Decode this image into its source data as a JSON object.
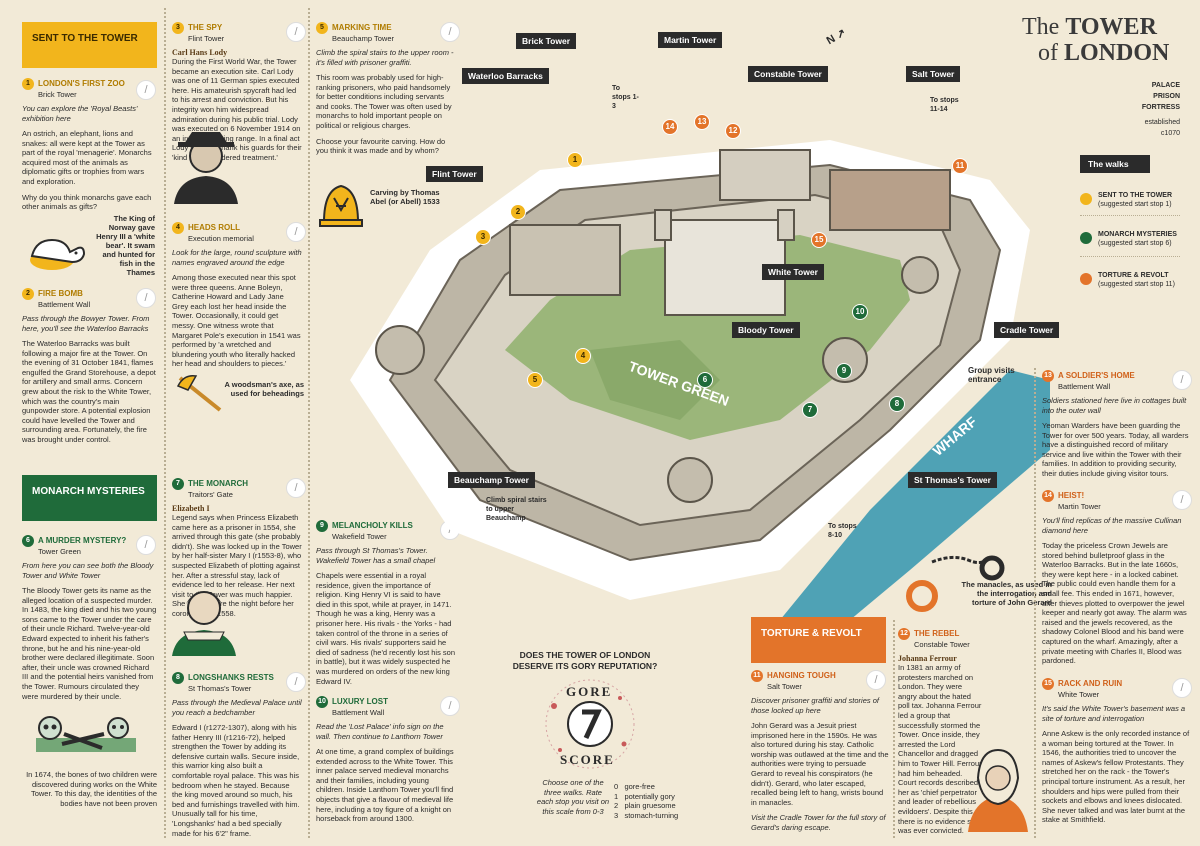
{
  "title": {
    "line1_a": "The",
    "line1_b": "TOWER",
    "line2_a": "of",
    "line2_b": "LONDON",
    "tags": [
      "PALACE",
      "PRISON",
      "FORTRESS"
    ],
    "established": "established",
    "year": "c1070"
  },
  "walks": {
    "title": "The walks",
    "items": [
      {
        "name": "SENT TO THE TOWER",
        "note": "(suggested start stop 1)"
      },
      {
        "name": "MONARCH MYSTERIES",
        "note": "(suggested start stop 6)"
      },
      {
        "name": "TORTURE & REVOLT",
        "note": "(suggested start stop 11)"
      }
    ]
  },
  "colors": {
    "yellow": "#f2b51c",
    "green": "#1f6b3a",
    "orange": "#e3742a",
    "water": "#4fa2b5",
    "grass": "#9bb67a"
  },
  "col1": {
    "header": "SENT TO THE TOWER",
    "s1": {
      "n": "1",
      "title": "LONDON'S FIRST ZOO",
      "sub": "Brick Tower",
      "intro": "You can explore the 'Royal Beasts' exhibition here",
      "body1": "An ostrich, an elephant, lions and snakes: all were kept at the Tower as part of the royal 'menagerie'. Monarchs acquired most of the animals as diplomatic gifts or trophies from wars and exploration.",
      "body2": "Why do you think monarchs gave each other animals as gifts?",
      "caption": "The King of Norway gave Henry III a 'white bear'. It swam and hunted for fish in the Thames"
    },
    "s2": {
      "n": "2",
      "title": "FIRE BOMB",
      "sub": "Battlement Wall",
      "intro": "Pass through the Bowyer Tower. From here, you'll see the Waterloo Barracks",
      "body": "The Waterloo Barracks was built following a major fire at the Tower. On the evening of 31 October 1841, flames engulfed the Grand Storehouse, a depot for artillery and small arms. Concern grew about the risk to the White Tower, which was the country's main gunpowder store. A potential explosion could have levelled the Tower and surrounding area. Fortunately, the fire was brought under control."
    },
    "header2": "MONARCH MYSTERIES",
    "s6": {
      "n": "6",
      "title": "A MURDER MYSTERY?",
      "sub": "Tower Green",
      "intro": "From here you can see both the Bloody Tower and White Tower",
      "body": "The Bloody Tower gets its name as the alleged location of a suspected murder. In 1483, the king died and his two young sons came to the Tower under the care of their uncle Richard. Twelve-year-old Edward expected to inherit his father's throne, but he and his nine-year-old brother were declared illegitimate. Soon after, their uncle was crowned Richard III and the potential heirs vanished from the Tower. Rumours circulated they were murdered by their uncle.",
      "caption": "In 1674, the bones of two children were discovered during works on the White Tower. To this day, the identities of the bodies have not been proven"
    }
  },
  "col2": {
    "s3": {
      "n": "3",
      "title": "THE SPY",
      "sub": "Flint Tower",
      "name": "Carl Hans Lody",
      "body": "During the First World War, the Tower became an execution site. Carl Lody was one of 11 German spies executed here. His amateurish spycraft had led to his arrest and conviction. But his integrity won him widespread admiration during his public trial. Lody was executed on 6 November 1914 on an indoor shooting range. In a final act Lody wrote to thank his guards for their 'kind and considered treatment.'"
    },
    "s4": {
      "n": "4",
      "title": "HEADS ROLL",
      "sub": "Execution memorial",
      "intro": "Look for the large, round sculpture with names engraved around the edge",
      "body": "Among those executed near this spot were three queens. Anne Boleyn, Catherine Howard and Lady Jane Grey each lost her head inside the Tower. Occasionally, it could get messy. One witness wrote that Margaret Pole's execution in 1541 was performed by 'a wretched and blundering youth who literally hacked her head and shoulders to pieces.'",
      "caption": "A woodsman's axe, as used for beheadings"
    },
    "s7": {
      "n": "7",
      "title": "THE MONARCH",
      "sub": "Traitors' Gate",
      "name": "Elizabeth I",
      "body": "Legend says when Princess Elizabeth came here as a prisoner in 1554, she arrived through this gate (she probably didn't). She was locked up in the Tower by her half-sister Mary I (r1553-8), who suspected Elizabeth of plotting against her. After a stressful stay, lack of evidence led to her release. Her next visit to the Tower was much happier. She stayed here the night before her coronation in 1558."
    },
    "s8": {
      "n": "8",
      "title": "LONGSHANKS RESTS",
      "sub": "St Thomas's Tower",
      "intro": "Pass through the Medieval Palace until you reach a bedchamber",
      "body": "Edward I (r1272-1307), along with his father Henry III (r1216-72), helped strengthen the Tower by adding its defensive curtain walls. Secure inside, this warrior king also built a comfortable royal palace. This was his bedroom when he stayed. Because the king moved around so much, his bed and furnishings travelled with him. Unusually tall for his time, 'Longshanks' had a bed specially made for his 6'2\" frame."
    }
  },
  "col3": {
    "s5": {
      "n": "5",
      "title": "MARKING TIME",
      "sub": "Beauchamp Tower",
      "intro": "Climb the spiral stairs to the upper room - it's filled with prisoner graffiti.",
      "body1": "This room was probably used for high-ranking prisoners, who paid handsomely for better conditions including servants and cooks. The Tower was often used by monarchs to hold important people on political or religious charges.",
      "body2": "Choose your favourite carving. How do you think it was made and by whom?",
      "caption": "Carving by Thomas Abel (or Abell) 1533"
    },
    "s9": {
      "n": "9",
      "title": "MELANCHOLY KILLS",
      "sub": "Wakefield Tower",
      "intro": "Pass through St Thomas's Tower. Wakefield Tower has a small chapel",
      "body": "Chapels were essential in a royal residence, given the importance of religion. King Henry VI is said to have died in this spot, while at prayer, in 1471. Though he was a king, Henry was a prisoner here. His rivals - the Yorks - had taken control of the throne in a series of civil wars. His rivals' supporters said he died of sadness (he'd recently lost his son in battle), but it was widely suspected he was murdered on orders of the new king Edward IV."
    },
    "s10": {
      "n": "10",
      "title": "LUXURY LOST",
      "sub": "Battlement Wall",
      "intro": "Read the 'Lost Palace' info sign on the wall. Then continue to Lanthorn Tower",
      "body": "At one time, a grand complex of buildings extended across to the White Tower. This inner palace served medieval monarchs and their families, including young children. Inside Lanthorn Tower you'll find objects that give a flavour of medieval life here, including a toy figure of a knight on horseback from around 1300."
    }
  },
  "map": {
    "labels": [
      "Brick Tower",
      "Martin Tower",
      "Waterloo Barracks",
      "Constable Tower",
      "Salt Tower",
      "Flint Tower",
      "White Tower",
      "Bloody Tower",
      "Cradle Tower",
      "Beauchamp Tower",
      "St Thomas's Tower"
    ],
    "green_label": "TOWER GREEN",
    "wharf": "WHARF",
    "group_visits": "Group visits entrance",
    "to_stops_1_3": "To stops 1-3",
    "to_stops_11_14": "To stops 11-14",
    "to_stops_8_10": "To stops 8-10",
    "climb_spiral": "Climb spiral stairs to upper Beauchamp",
    "north": "N",
    "manacles": "The manacles, as used in the interrogation and torture of John Gerard",
    "question": "DOES THE TOWER OF LONDON DESERVE ITS GORY REPUTATION?",
    "gore_top": "GORE",
    "gore_bottom": "SCORE",
    "gore_hint": "Choose one of the three walks. Rate each stop you visit on this scale from 0-3",
    "scale": [
      {
        "n": "0",
        "t": "gore-free"
      },
      {
        "n": "1",
        "t": "potentially gory"
      },
      {
        "n": "2",
        "t": "plain gruesome"
      },
      {
        "n": "3",
        "t": "stomach-turning"
      }
    ]
  },
  "torture": {
    "header": "TORTURE & REVOLT",
    "s11": {
      "n": "11",
      "title": "HANGING TOUGH",
      "sub": "Salt Tower",
      "intro": "Discover prisoner graffiti and stories of those locked up here",
      "body1": "John Gerard was a Jesuit priest imprisoned here in the 1590s. He was also tortured during his stay. Catholic worship was outlawed at the time and the authorities were trying to persuade Gerard to reveal his conspirators (he didn't). Gerard, who later escaped, recalled being left to hang, wrists bound in manacles.",
      "body2": "Visit the Cradle Tower for the full story of Gerard's daring escape."
    },
    "s12": {
      "n": "12",
      "title": "THE REBEL",
      "sub": "Constable Tower",
      "name": "Johanna Ferrour",
      "body": "In 1381 an army of protesters marched on London. They were angry about the hated poll tax. Johanna Ferrour led a group that successfully stormed the Tower. Once inside, they arrested the Lord Chancellor and dragged him to Tower Hill. Ferrour had him beheaded. Court records described her as 'chief perpetrator and leader of rebellious evildoers'. Despite this, there is no evidence she was ever convicted."
    }
  },
  "col5": {
    "s13": {
      "n": "13",
      "title": "A SOLDIER'S HOME",
      "sub": "Battlement Wall",
      "intro": "Soldiers stationed here live in cottages built into the outer wall",
      "body": "Yeoman Warders have been guarding the Tower for over 500 years. Today, all warders have a distinguished record of military service and live within the Tower with their families. In addition to providing security, their duties include giving visitor tours."
    },
    "s14": {
      "n": "14",
      "title": "HEIST!",
      "sub": "Martin Tower",
      "intro": "You'll find replicas of the massive Cullinan diamond here",
      "body": "Today the priceless Crown Jewels are stored behind bulletproof glass in the Waterloo Barracks. But in the late 1660s, they were kept here - in a locked cabinet. The public could even handle them for a small fee. This ended in 1671, however, after thieves plotted to overpower the jewel keeper and nearly got away. The alarm was raised and the jewels recovered, as the shadowy Colonel Blood and his band were captured on the wharf. Amazingly, after a private meeting with Charles II, Blood was pardoned."
    },
    "s15": {
      "n": "15",
      "title": "RACK AND RUIN",
      "sub": "White Tower",
      "intro": "It's said the White Tower's basement was a site of torture and interrogation",
      "body": "Anne Askew is the only recorded instance of a woman being tortured at the Tower. In 1546, the authorities tried to uncover the names of Askew's fellow Protestants. They stretched her on the rack - the Tower's principal torture instrument. As a result, her shoulders and hips were pulled from their sockets and elbows and knees dislocated. She never talked and was later burnt at the stake at Smithfield."
    }
  }
}
